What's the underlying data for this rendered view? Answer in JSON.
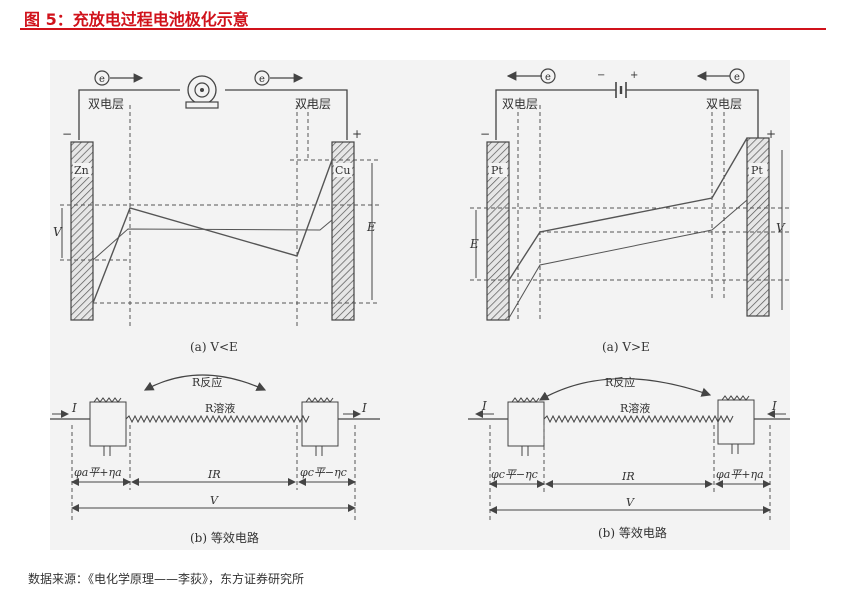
{
  "title": "图 5：充放电过程电池极化示意",
  "source": "数据来源：《电化学原理——李荻》，东方证券研究所",
  "diagram": {
    "left": {
      "electron_symbol": "e",
      "double_layer": "双电层",
      "minus": "−",
      "plus": "+",
      "electrode_left": "Zn",
      "electrode_right": "Cu",
      "v_label": "V",
      "e_label": "E",
      "caption": "(a) V<E",
      "circuit": {
        "I": "I",
        "R_reaction": "R反应",
        "R_solution": "R溶液",
        "phi_left": "φa平+ηa",
        "ir": "IR",
        "phi_right": "φc平−ηc",
        "v": "V",
        "caption": "(b) 等效电路"
      }
    },
    "right": {
      "electron_symbol": "e",
      "double_layer": "双电层",
      "minus": "−",
      "plus": "+",
      "electrode_left": "Pt",
      "electrode_right": "Pt",
      "e_label": "E",
      "v_label": "V",
      "caption": "(a) V>E",
      "circuit": {
        "I": "I",
        "R_reaction": "R反应",
        "R_solution": "R溶液",
        "phi_left": "φc平−ηc",
        "ir": "IR",
        "phi_right": "φa平+ηa",
        "v": "V",
        "caption": "(b) 等效电路"
      }
    }
  }
}
